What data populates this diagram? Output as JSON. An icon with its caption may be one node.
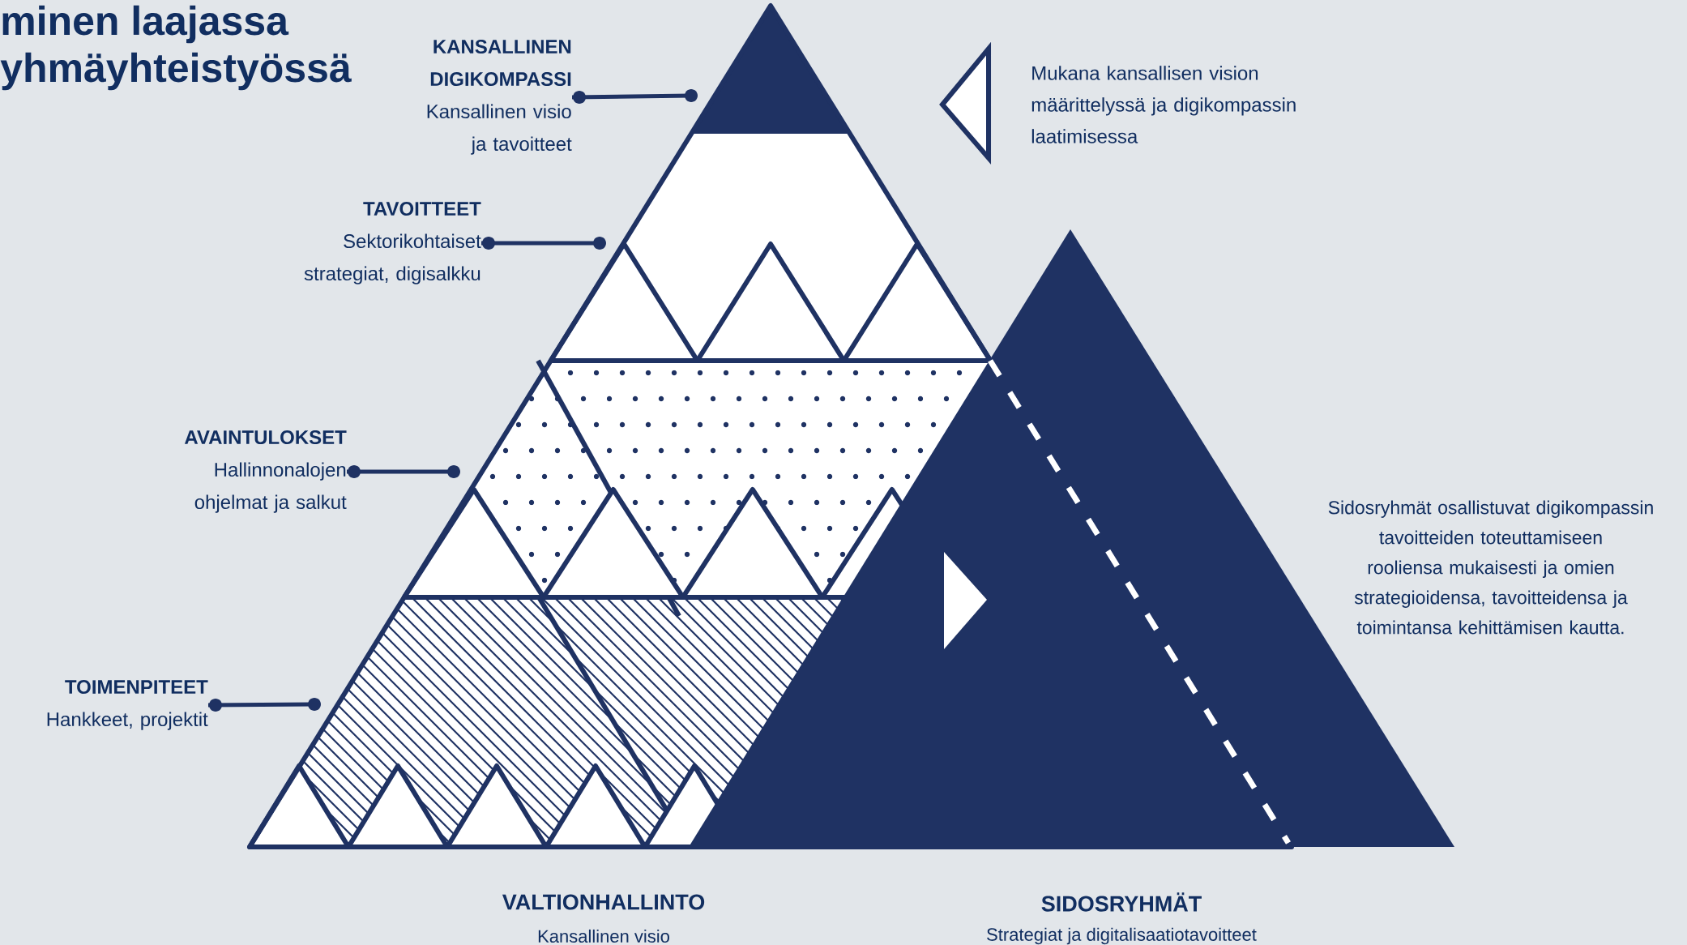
{
  "diagram": {
    "nodes": [
      {
        "text": [
          "KANSALLINEN DIGIKOMPASSI",
          "Kansallinen visio ja tavoitteet"
        ]
      },
      {
        "text": [
          "TAVOITTEET",
          "Sektorikohtaiset strategiat, digisalkku"
        ]
      },
      {
        "text": [
          "AVAINTULOKSET",
          "Hallinnonalojen ohjelmat ja salkut"
        ]
      },
      {
        "text": [
          "TOIMENPITEET",
          "Hankkeet, projektit"
        ]
      }
    ],
    "edges": [
      {
        "from": 0,
        "to": null,
        "arrow": "other"
      },
      {
        "from": 1,
        "to": null,
        "arrow": "other"
      },
      {
        "from": 2,
        "to": null,
        "arrow": "other"
      },
      {
        "from": 3,
        "to": null,
        "arrow": "other"
      }
    ],
    "labels": [
      "minen laajassa",
      "yhmäyhteistyössä",
      "Mukana kansallisen vision määrittelyssä ja digikompassin laatimisessa",
      "Sidosryhmät osallistuvat digikompassin tavoitteiden toteuttamiseen rooliensa mukaisesti ja omien strategioidensa, tavoitteidensa ja toimintansa kehittämisen kautta.",
      "VALTIONHALLINTO",
      "Kansallinen visio",
      "SIDOSRYHMÄT",
      "Strategiat ja digitalisaatiotavoitteet"
    ]
  }
}
